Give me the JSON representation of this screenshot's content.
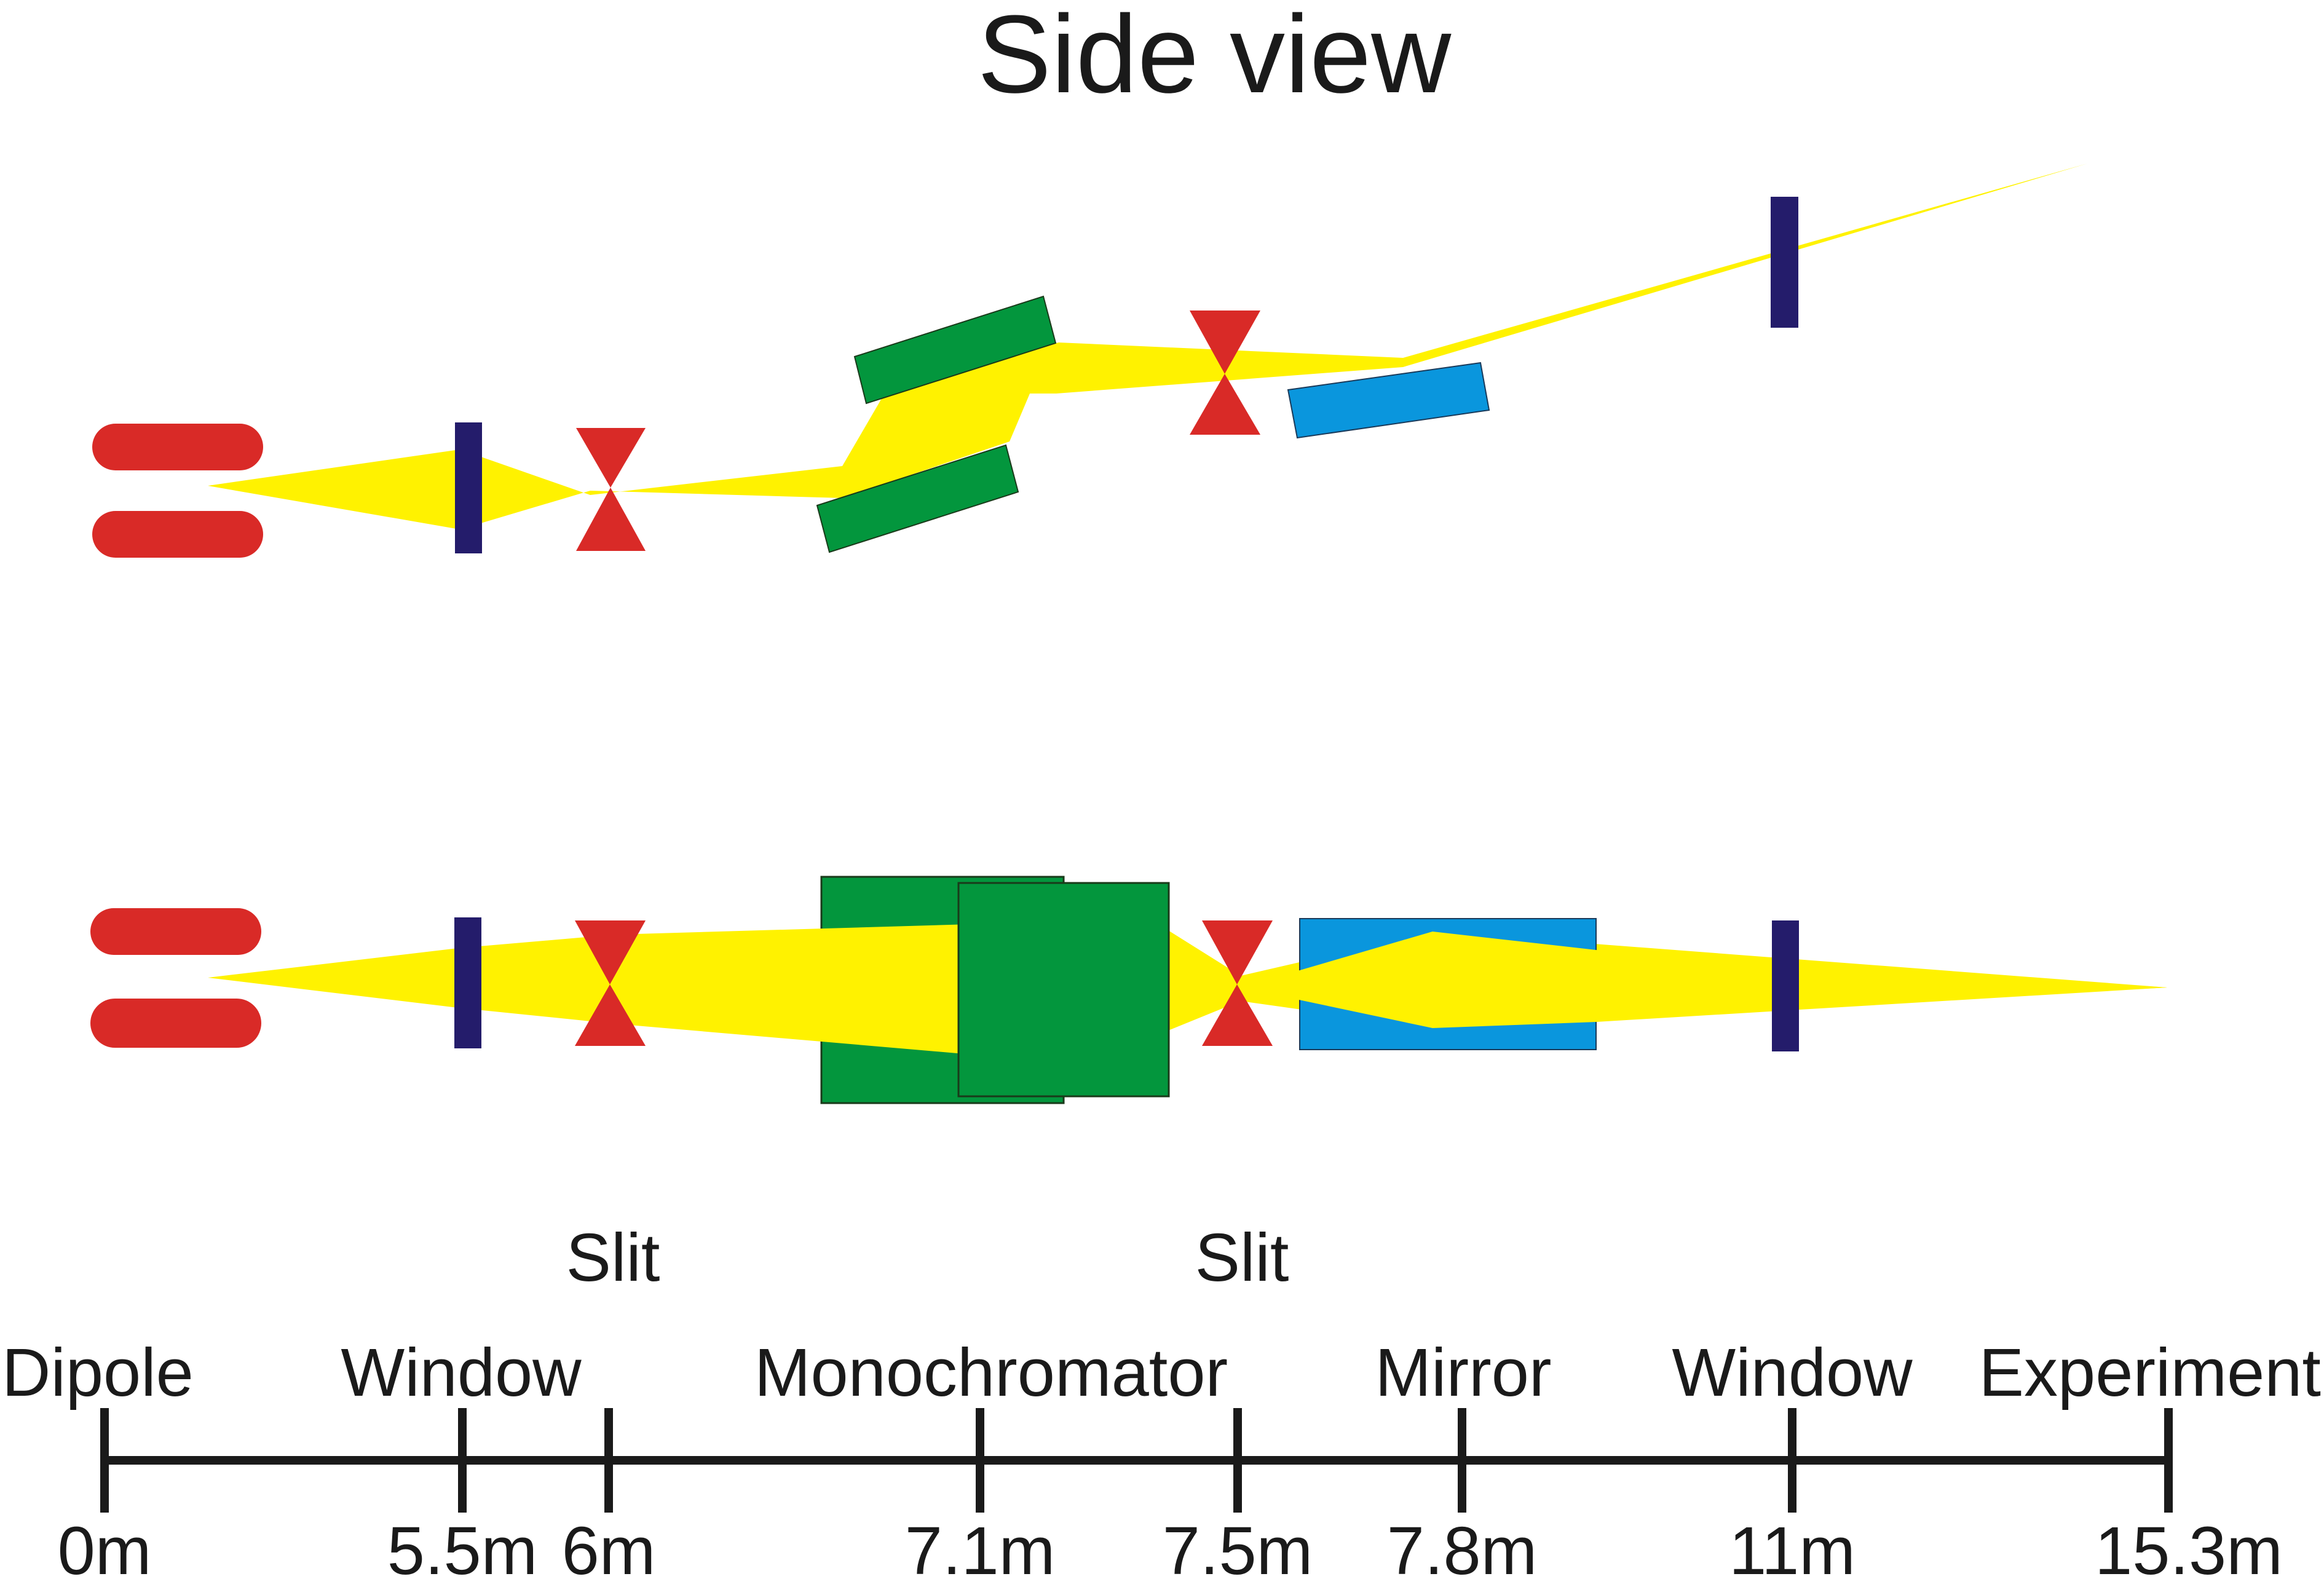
{
  "title": "Side view",
  "colors": {
    "beam": "#fff200",
    "dipole": "#d92a27",
    "window": "#241c6b",
    "slit": "#d92a27",
    "monochromator": "#03963d",
    "mirror": "#0a96dd",
    "axis": "#1a1a1a"
  },
  "labels": {
    "slit_1": "Slit",
    "slit_2": "Slit",
    "dipole": "Dipole",
    "window_1": "Window",
    "monochromator": "Monochromator",
    "mirror": "Mirror",
    "window_2": "Window",
    "experiment": "Experiment"
  },
  "ticks": [
    {
      "label": "0m",
      "value": 0
    },
    {
      "label": "5.5m",
      "value": 5.5
    },
    {
      "label": "6m",
      "value": 6
    },
    {
      "label": "7.1m",
      "value": 7.1
    },
    {
      "label": "7.5m",
      "value": 7.5
    },
    {
      "label": "7.8m",
      "value": 7.8
    },
    {
      "label": "11m",
      "value": 11
    },
    {
      "label": "15.3m",
      "value": 15.3
    }
  ]
}
